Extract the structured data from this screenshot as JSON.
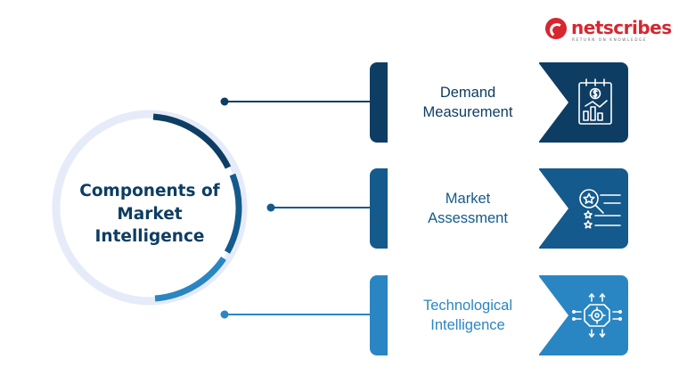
{
  "logo": {
    "wordmark": "netscribes",
    "tagline": "RETURN ON KNOWLEDGE",
    "brand_color": "#d7262f"
  },
  "center": {
    "title_lines": [
      "Components of",
      "Market",
      "Intelligence"
    ],
    "color": "#0d3d63"
  },
  "components": [
    {
      "label_lines": [
        "Demand",
        "Measurement"
      ],
      "icon": "budget-chart-icon",
      "color": "#0e3d63"
    },
    {
      "label_lines": [
        "Market",
        "Assessment"
      ],
      "icon": "search-rating-icon",
      "color": "#145a8c"
    },
    {
      "label_lines": [
        "Technological",
        "Intelligence"
      ],
      "icon": "gear-chip-icon",
      "color": "#2a86c2"
    }
  ]
}
